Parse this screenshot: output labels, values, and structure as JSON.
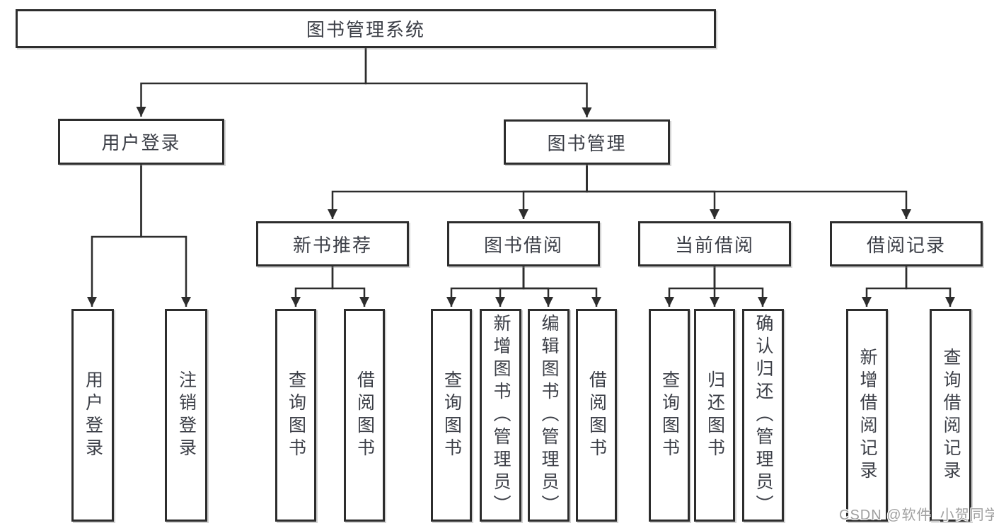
{
  "tree": {
    "label": "图书管理系统",
    "children": [
      {
        "label": "用户登录",
        "children": [
          {
            "label": "用户登录"
          },
          {
            "label": "注销登录"
          }
        ]
      },
      {
        "label": "图书管理",
        "children": [
          {
            "label": "新书推荐",
            "children": [
              {
                "label": "查询图书"
              },
              {
                "label": "借阅图书"
              }
            ]
          },
          {
            "label": "图书借阅",
            "children": [
              {
                "label": "查询图书"
              },
              {
                "label": "新增图书（管理员）"
              },
              {
                "label": "编辑图书（管理员）"
              },
              {
                "label": "借阅图书"
              }
            ]
          },
          {
            "label": "当前借阅",
            "children": [
              {
                "label": "查询图书"
              },
              {
                "label": "归还图书"
              },
              {
                "label": "确认归还（管理员）"
              }
            ]
          },
          {
            "label": "借阅记录",
            "children": [
              {
                "label": "新增借阅记录"
              },
              {
                "label": "查询借阅记录"
              }
            ]
          }
        ]
      }
    ]
  },
  "watermark": {
    "text": "CSDN @软件_小贺同学"
  },
  "colors": {
    "line": "#2d2d2d",
    "box_border": "#2d2d2d",
    "box_fill": "#ffffff",
    "text": "#3c3f47",
    "watermark": "#9f9f9f",
    "background": "#ffffff"
  }
}
